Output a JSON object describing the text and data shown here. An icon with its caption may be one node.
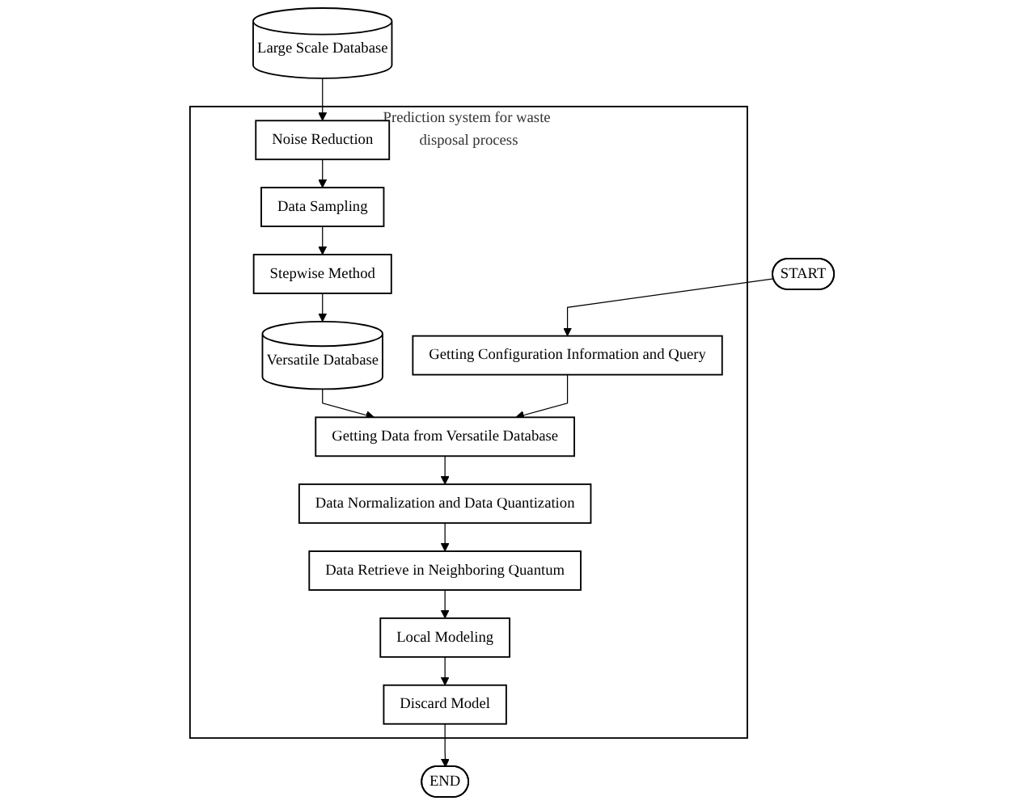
{
  "diagram": {
    "nodes": [
      {
        "text": [
          "Large Scale Database"
        ]
      },
      {
        "text": [
          "START"
        ]
      },
      {
        "text": [
          "Prediction system for waste disposal process"
        ]
      },
      {
        "text": [
          "Noise Reduction"
        ],
        "in": 2
      },
      {
        "text": [
          "Getting Configuration Information and Query"
        ],
        "in": 2
      },
      {
        "text": [
          "Data Sampling"
        ],
        "in": 2
      },
      {
        "text": [
          "Getting Data from Versatile Database"
        ],
        "in": 2
      },
      {
        "text": [
          "Stepwise Method"
        ],
        "in": 2
      },
      {
        "text": [
          "Data Normalization and Data Quantization"
        ],
        "in": 2
      },
      {
        "text": [
          "Versatile Database"
        ],
        "in": 2
      },
      {
        "text": [
          "Data Retrieve in Neighboring Quantum"
        ],
        "in": 2
      },
      {
        "text": [
          "Local Modeling"
        ],
        "in": 2
      },
      {
        "text": [
          "Discard Model"
        ],
        "in": 2
      },
      {
        "text": [
          "END"
        ]
      }
    ],
    "edges": [
      {
        "from": 0,
        "to": 3,
        "arrow": "to"
      },
      {
        "from": 1,
        "to": 4,
        "arrow": "to"
      },
      {
        "from": 3,
        "to": 5,
        "arrow": "to"
      },
      {
        "from": 5,
        "to": 7,
        "arrow": "to"
      },
      {
        "from": 7,
        "to": 9,
        "arrow": "to"
      },
      {
        "from": 9,
        "to": 6,
        "arrow": "to"
      },
      {
        "from": 4,
        "to": 6,
        "arrow": "to"
      },
      {
        "from": 6,
        "to": 8,
        "arrow": "to"
      },
      {
        "from": 8,
        "to": 10,
        "arrow": "to"
      },
      {
        "from": 10,
        "to": 11,
        "arrow": "to"
      },
      {
        "from": 11,
        "to": 12,
        "arrow": "to"
      },
      {
        "from": 12,
        "to": 13,
        "arrow": "to"
      }
    ]
  }
}
